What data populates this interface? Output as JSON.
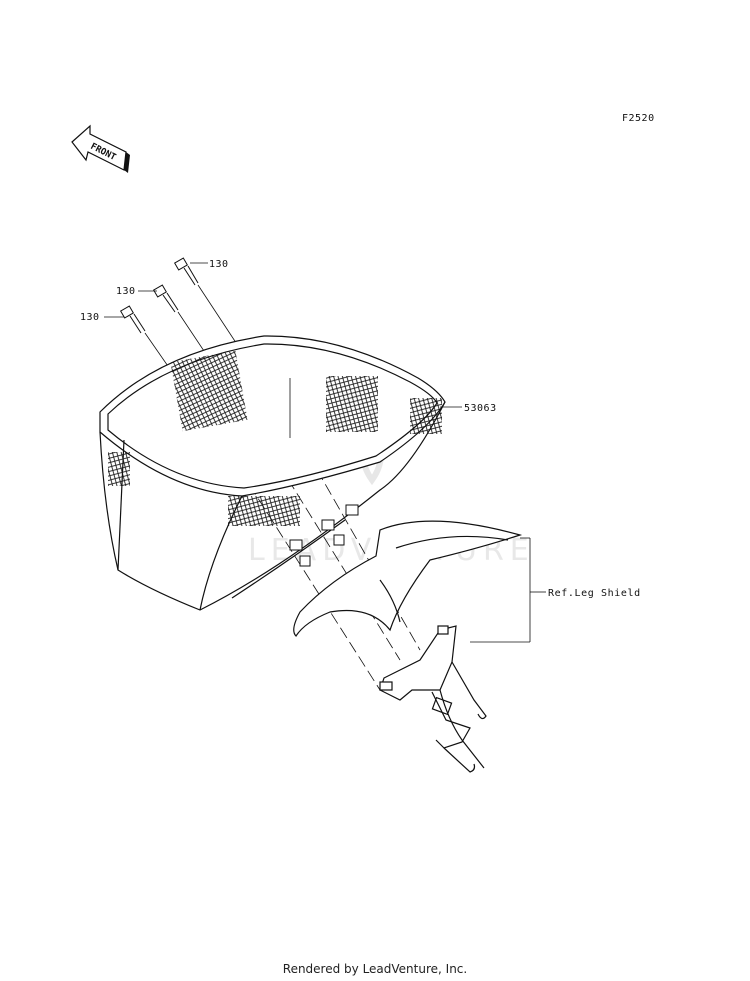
{
  "diagram_code": "F2520",
  "front_label": "FRONT",
  "parts": [
    {
      "number": "130"
    },
    {
      "number": "130"
    },
    {
      "number": "130"
    },
    {
      "number": "53063"
    }
  ],
  "reference_label": "Ref.Leg Shield",
  "watermark": "LEADVENTURE",
  "footer": "Rendered by LeadVenture, Inc."
}
